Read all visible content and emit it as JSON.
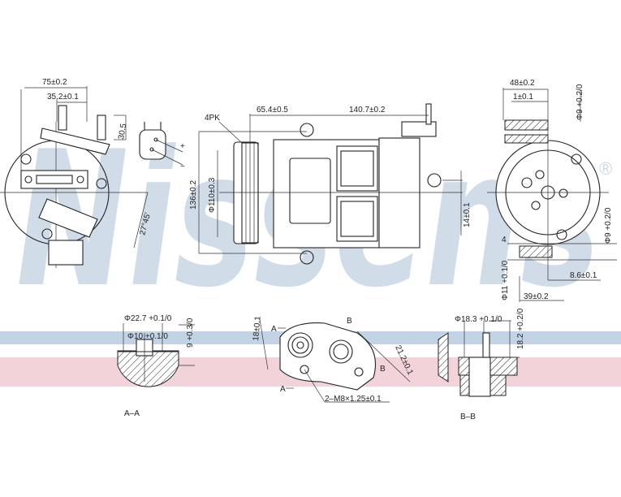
{
  "watermark": {
    "brand": "Nissens",
    "registered": "®"
  },
  "colors": {
    "band_blue": "#c3d3e6",
    "band_red": "#f2d3da",
    "line": "#222222"
  },
  "side_view": {
    "dim_width": "75±0.2",
    "dim_port": "35.2±0.1",
    "dim_height": "30.5",
    "angle": "27°45'"
  },
  "connector": {
    "plus": "+",
    "minus": "−"
  },
  "front_view": {
    "pulley": "4PK",
    "dim_pulley_offset": "65.4±0.5",
    "dim_length": "140.7±0.2",
    "dim_mount_height": "136±0.2",
    "dim_pulley_dia": "Φ110±0.3",
    "dim_offset": "14±0.1"
  },
  "rear_view": {
    "dim_width": "48±0.2",
    "dim_small": "1±0.1",
    "dim_hole_top": "Φ9 +0.2/0",
    "dim_hole_bottom": "Φ9 +0.2/0",
    "dim_four": "4",
    "dim_hole_dia": "Φ11 +0.1/0",
    "dim_depth": "8.6±0.1",
    "dim_base": "39±0.2"
  },
  "section_aa": {
    "dim_outer": "Φ22.7 +0.1/0",
    "dim_inner": "Φ10 +0.1/0",
    "dim_depth": "9 +0.3/0",
    "label": "A–A"
  },
  "port_view": {
    "dim_left": "18±0.1",
    "dim_right": "21.2±0.1",
    "thread": "2–M8×1.25±0.1",
    "marker_a": "A",
    "marker_b": "B"
  },
  "section_bb": {
    "dim_dia": "Φ18.3 +0.1/0",
    "dim_height": "18.2 +0.2/0",
    "label": "B–B"
  }
}
